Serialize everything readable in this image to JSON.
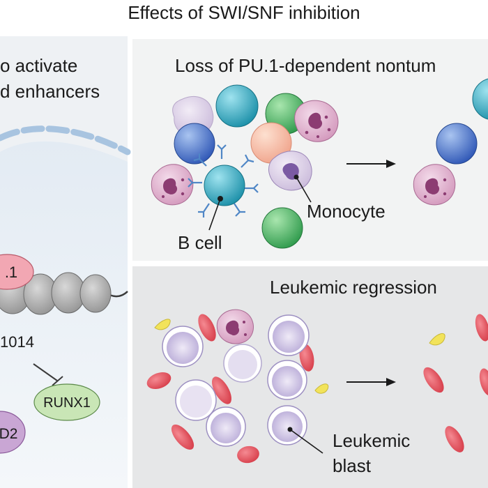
{
  "figure": {
    "title": "Effects of SWI/SNF inhibition"
  },
  "left_panel": {
    "heading_line1": "o activate",
    "heading_line2": "d enhancers",
    "factor_pu1": ".1",
    "factor_gene": "1014",
    "factor_runx1": "RUNX1",
    "factor_bottom": "D2"
  },
  "top_panel": {
    "heading": "Loss of PU.1-dependent nontum",
    "label_monocyte": "Monocyte",
    "label_bcell": "B cell"
  },
  "bottom_panel": {
    "heading": "Leukemic regression",
    "label_blast_line1": "Leukemic",
    "label_blast_line2": "blast"
  },
  "colors": {
    "panel_top": "#f2f3f3",
    "panel_bottom": "#e6e7e8",
    "panel_left": "#eef1f4",
    "pu1_pink": "#f2a7b3",
    "runx1_green": "#c9e6b6",
    "purple_factor": "#c9a6d4",
    "blood_red": "#e8505b",
    "blast_purple": "#c7bde0"
  }
}
